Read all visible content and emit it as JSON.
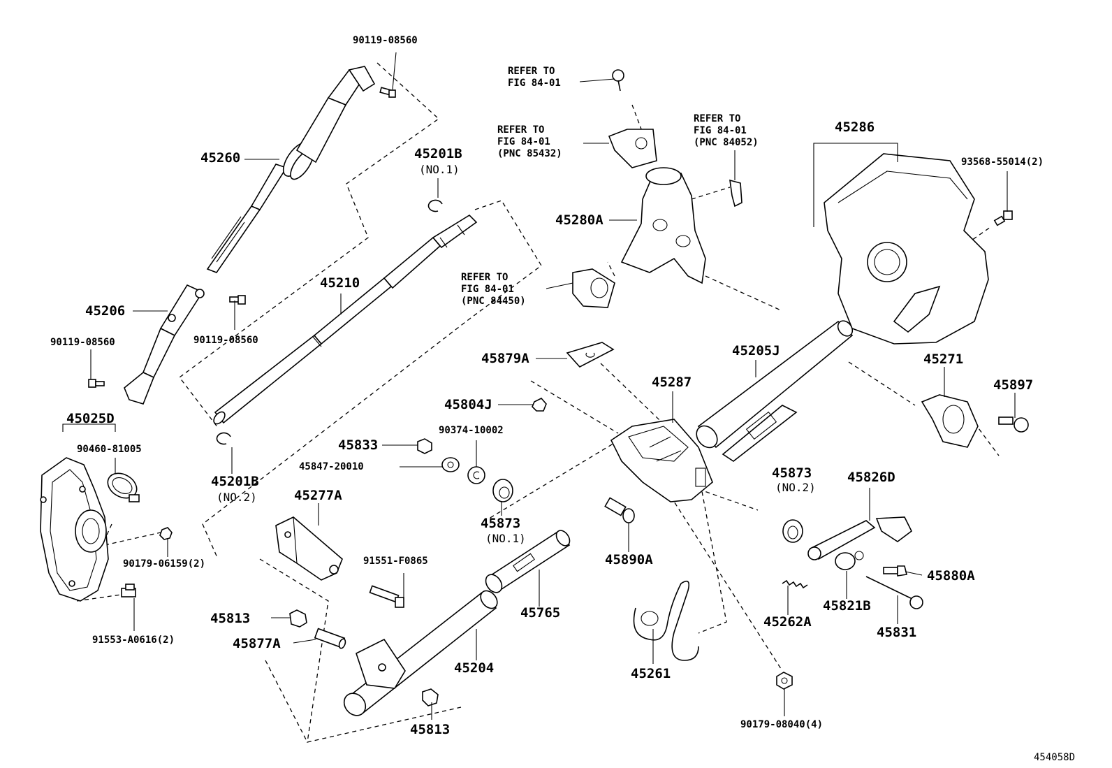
{
  "diagram_id": "454058D",
  "labels": {
    "p_90119_08560_top": "90119-08560",
    "p_45260": "45260",
    "p_45206": "45206",
    "p_90119_08560_left": "90119-08560",
    "p_90119_08560_mid": "90119-08560",
    "p_45025D": "45025D",
    "p_90460_81005": "90460-81005",
    "p_90179_06159": "90179-06159(2)",
    "p_91553_A0616": "91553-A0616(2)",
    "p_45201B_1": "45201B",
    "p_45201B_1_sub": "(NO.1)",
    "p_45210": "45210",
    "p_45201B_2": "45201B",
    "p_45201B_2_sub": "(NO.2)",
    "p_45277A": "45277A",
    "p_91551_F0865": "91551-F0865",
    "p_45813_a": "45813",
    "p_45877A": "45877A",
    "p_45204": "45204",
    "p_45813_b": "45813",
    "p_45765": "45765",
    "p_45833": "45833",
    "p_45847_20010": "45847-20010",
    "p_90374_10002": "90374-10002",
    "p_45873_1": "45873",
    "p_45873_1_sub": "(NO.1)",
    "p_45804J": "45804J",
    "p_45879A": "45879A",
    "p_45287": "45287",
    "p_45890A": "45890A",
    "p_45261": "45261",
    "p_90179_08040": "90179-08040(4)",
    "p_45280A": "45280A",
    "p_45205J": "45205J",
    "p_45286": "45286",
    "p_93568_55014": "93568-55014(2)",
    "p_45271": "45271",
    "p_45897": "45897",
    "p_45873_2": "45873",
    "p_45873_2_sub": "(NO.2)",
    "p_45826D": "45826D",
    "p_45880A": "45880A",
    "p_45262A": "45262A",
    "p_45821B": "45821B",
    "p_45831": "45831"
  },
  "references": {
    "ref1_l1": "REFER TO",
    "ref1_l2": "FIG 84-01",
    "ref2_l1": "REFER TO",
    "ref2_l2": "FIG 84-01",
    "ref2_l3": "(PNC 85432)",
    "ref3_l1": "REFER TO",
    "ref3_l2": "FIG 84-01",
    "ref3_l3": "(PNC 84052)",
    "ref4_l1": "REFER TO",
    "ref4_l2": "FIG 84-01",
    "ref4_l3": "(PNC 84450)"
  }
}
